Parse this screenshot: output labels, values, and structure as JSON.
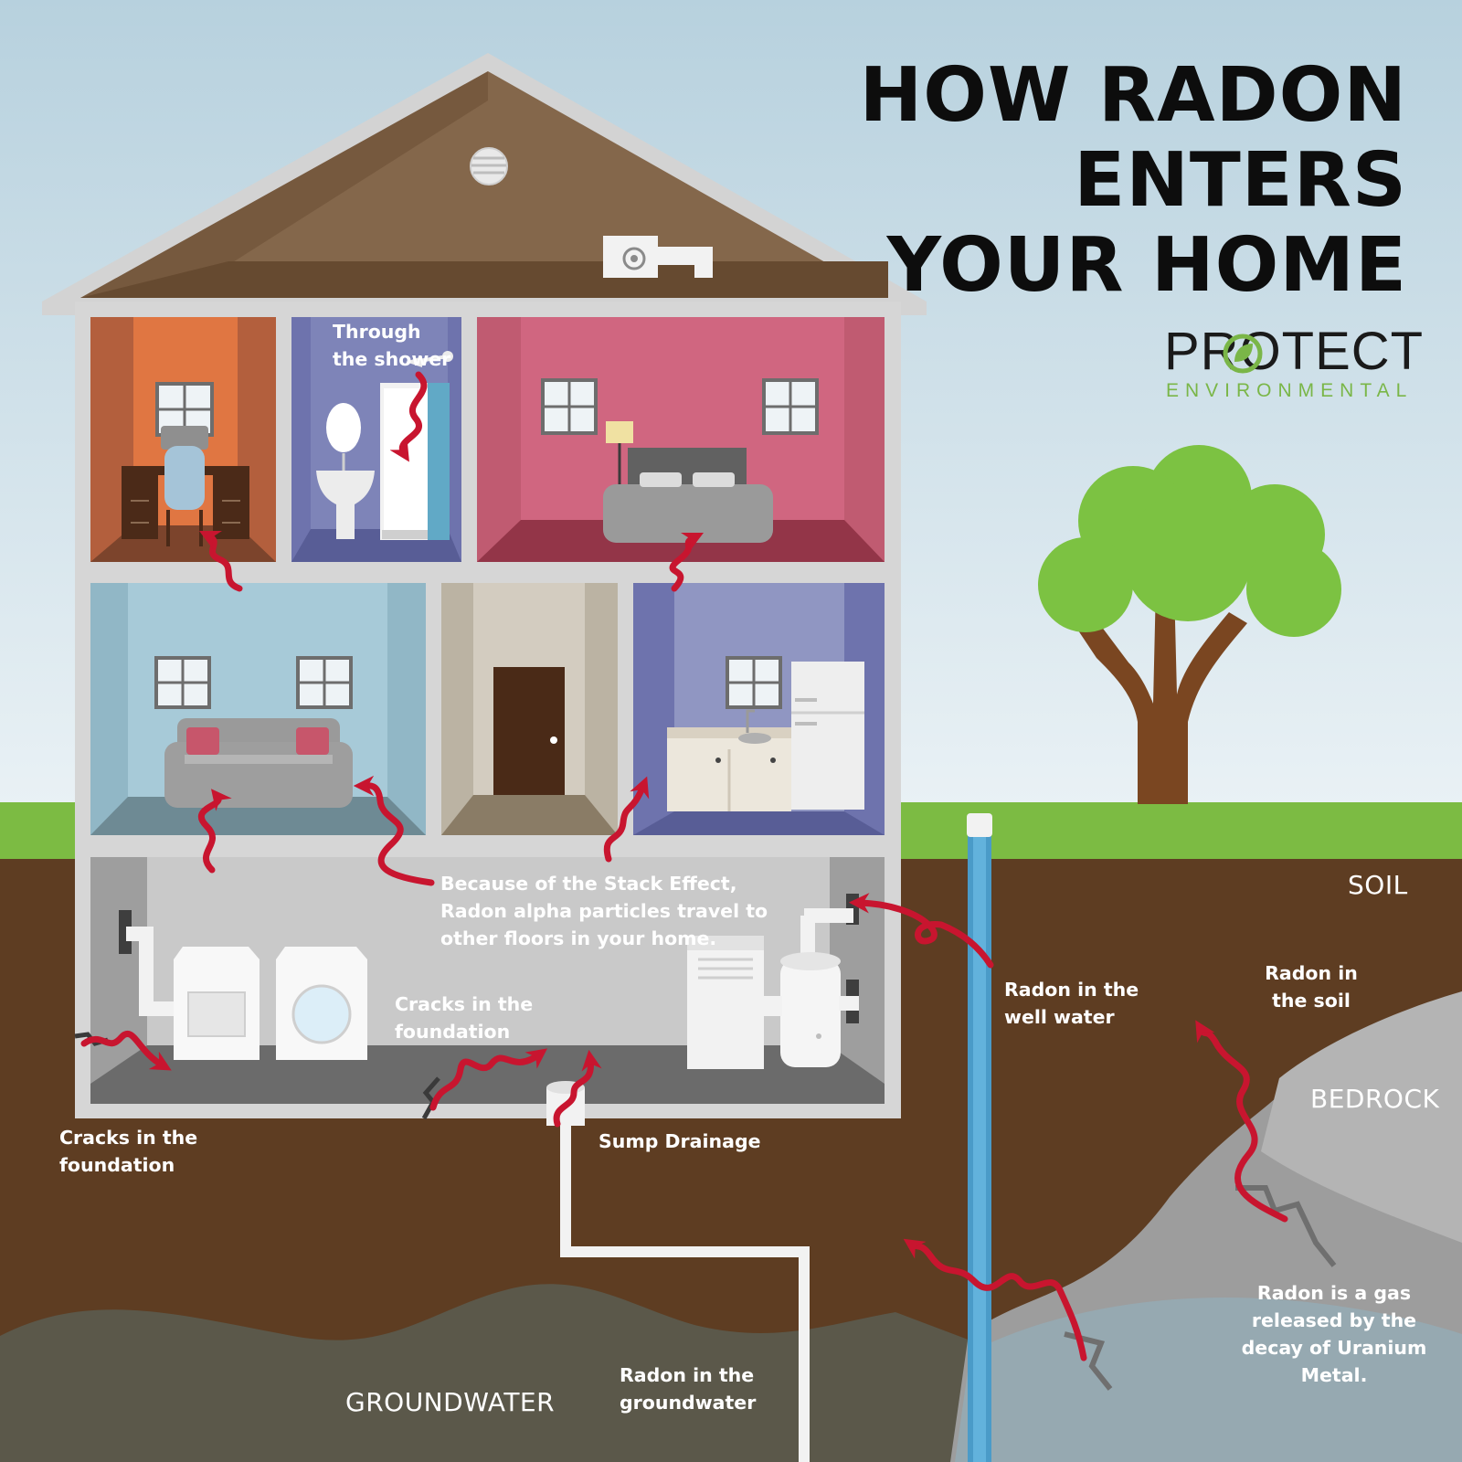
{
  "title": {
    "line1": "HOW RADON",
    "line2": "ENTERS",
    "line3": "YOUR HOME"
  },
  "logo": {
    "name": "PROTECT",
    "sub": "ENVIRONMENTAL",
    "tm": "™"
  },
  "labels": {
    "shower": "Through the shower",
    "stack_effect": "Because of the Stack Effect, Radon alpha particles travel to other floors in your home.",
    "cracks_inner": "Cracks in the foundation",
    "cracks_outer": "Cracks in the foundation",
    "sump": "Sump Drainage",
    "well": "Radon in the well water",
    "soil_radon": "Radon in the soil",
    "uranium": "Radon is a gas released by the decay of Uranium Metal.",
    "groundwater_radon": "Radon in the groundwater"
  },
  "layers": {
    "soil": "SOIL",
    "bedrock": "BEDROCK",
    "groundwater": "GROUNDWATER"
  },
  "colors": {
    "sky_top": "#b9d3e0",
    "sky_bottom": "#e7f0f4",
    "grass": "#7cbb43",
    "soil": "#5e3d22",
    "groundwater": "#5b584a",
    "bedrock": "#9c9c9c",
    "house_frame": "#d6d6d6",
    "roof": "#84674b",
    "arrow": "#c8152f",
    "logo_green": "#7ab648"
  }
}
